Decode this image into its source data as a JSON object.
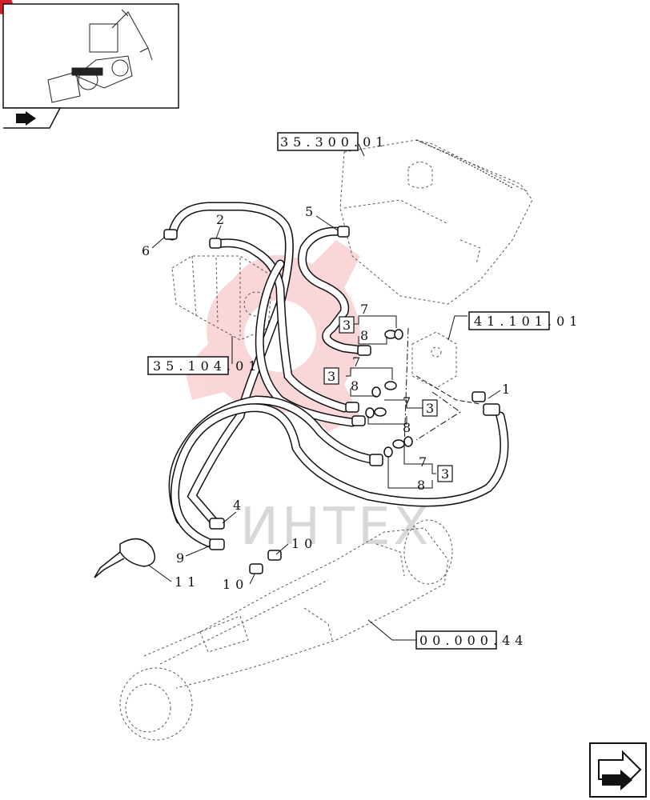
{
  "refs": {
    "tank": "35.300.01",
    "valve": "41.101.01",
    "pump": "35.104.01",
    "axle": "00.000.44"
  },
  "parts": {
    "p1": "1",
    "p2": "2",
    "p3a": "3",
    "p3b": "3",
    "p3c": "3",
    "p3d": "3",
    "p4": "4",
    "p5": "5",
    "p6": "6",
    "p7a": "7",
    "p7b": "7",
    "p7c": "7",
    "p7d": "7",
    "p8a": "8",
    "p8b": "8",
    "p8c": "8",
    "p8d": "8",
    "p9": "9",
    "p10a": "10",
    "p10b": "10",
    "p11": "11"
  },
  "watermark": "ИНТЕХ",
  "icons": {
    "thumbnail": "backhoe-loader-thumbnail",
    "prev": "arrow-page-icon",
    "next": "arrow-page-icon"
  }
}
